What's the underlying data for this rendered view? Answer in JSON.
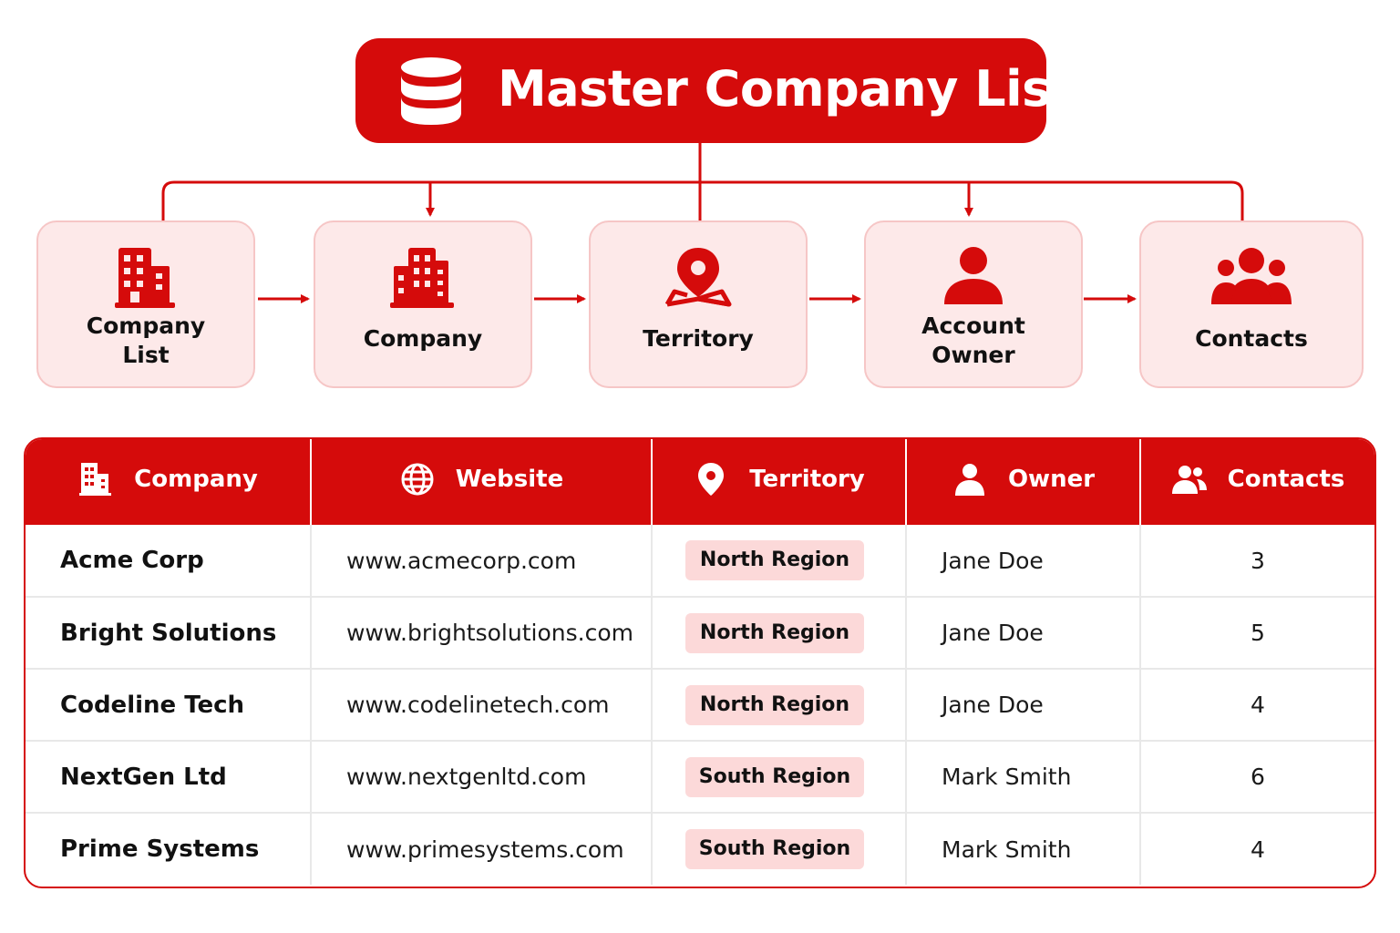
{
  "header": {
    "title": "Master Company List",
    "icon": "database-icon",
    "color": "#d50b0b"
  },
  "flow": {
    "nodes": [
      {
        "label": "Company\nList",
        "icon": "building-icon"
      },
      {
        "label": "Company",
        "icon": "office-building-icon"
      },
      {
        "label": "Territory",
        "icon": "map-pin-icon"
      },
      {
        "label": "Account\nOwner",
        "icon": "user-icon"
      },
      {
        "label": "Contacts",
        "icon": "users-group-icon"
      }
    ]
  },
  "table": {
    "columns": [
      {
        "label": "Company",
        "icon": "building-icon"
      },
      {
        "label": "Website",
        "icon": "globe-icon"
      },
      {
        "label": "Territory",
        "icon": "map-pin-icon"
      },
      {
        "label": "Owner",
        "icon": "user-icon"
      },
      {
        "label": "Contacts",
        "icon": "users-icon"
      }
    ],
    "rows": [
      {
        "company": "Acme Corp",
        "website": "www.acmecorp.com",
        "territory": "North Region",
        "owner": "Jane Doe",
        "contacts": "3"
      },
      {
        "company": "Bright Solutions",
        "website": "www.brightsolutions.com",
        "territory": "North Region",
        "owner": "Jane Doe",
        "contacts": "5"
      },
      {
        "company": "Codeline Tech",
        "website": "www.codelinetech.com",
        "territory": "North Region",
        "owner": "Jane Doe",
        "contacts": "4"
      },
      {
        "company": "NextGen Ltd",
        "website": "www.nextgenltd.com",
        "territory": "South Region",
        "owner": "Mark Smith",
        "contacts": "6"
      },
      {
        "company": "Prime Systems",
        "website": "www.primesystems.com",
        "territory": "South Region",
        "owner": "Mark Smith",
        "contacts": "4"
      }
    ]
  }
}
